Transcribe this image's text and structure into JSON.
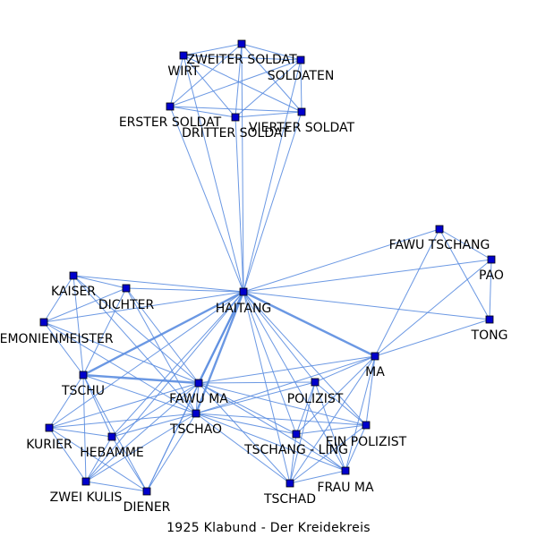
{
  "caption": "1925  Klabund  -  Der Kreidekreis",
  "colors": {
    "edge": "#5b8de0",
    "node_fill": "#0000cc",
    "node_stroke": "#000000",
    "label": "#000000"
  },
  "nodes": [
    {
      "id": "ZWEITER SOLDAT",
      "label": "ZWEITER SOLDAT"
    },
    {
      "id": "WIRT",
      "label": "WIRT"
    },
    {
      "id": "SOLDATEN",
      "label": "SOLDATEN"
    },
    {
      "id": "ERSTER SOLDAT",
      "label": "ERSTER SOLDAT"
    },
    {
      "id": "DRITTER SOLDAT",
      "label": "DRITTER SOLDAT"
    },
    {
      "id": "VIERTER SOLDAT",
      "label": "VIERTER SOLDAT"
    },
    {
      "id": "FAWU TSCHANG",
      "label": "FAWU TSCHANG"
    },
    {
      "id": "PAO",
      "label": "PAO"
    },
    {
      "id": "TONG",
      "label": "TONG"
    },
    {
      "id": "KAISER",
      "label": "KAISER"
    },
    {
      "id": "DICHTER",
      "label": "DICHTER"
    },
    {
      "id": "HAITANG",
      "label": "HAITANG"
    },
    {
      "id": "ZEREMONIENMEISTER",
      "label": "ZEREMONIENMEISTER"
    },
    {
      "id": "MA",
      "label": "MA"
    },
    {
      "id": "TSCHU",
      "label": "TSCHU"
    },
    {
      "id": "FAWU MA",
      "label": "FAWU MA"
    },
    {
      "id": "POLIZIST",
      "label": "POLIZIST"
    },
    {
      "id": "TSCHAO",
      "label": "TSCHAO"
    },
    {
      "id": "KURIER",
      "label": "KURIER"
    },
    {
      "id": "HEBAMME",
      "label": "HEBAMME"
    },
    {
      "id": "TSCHANG - LING",
      "label": "TSCHANG - LING"
    },
    {
      "id": "EIN POLIZIST",
      "label": "EIN POLIZIST"
    },
    {
      "id": "FRAU MA",
      "label": "FRAU MA"
    },
    {
      "id": "ZWEI KULIS",
      "label": "ZWEI KULIS"
    },
    {
      "id": "DIENER",
      "label": "DIENER"
    },
    {
      "id": "TSCHAD",
      "label": "TSCHAD"
    }
  ],
  "edges": [
    [
      "ZWEITER SOLDAT",
      "WIRT"
    ],
    [
      "ZWEITER SOLDAT",
      "SOLDATEN"
    ],
    [
      "ZWEITER SOLDAT",
      "ERSTER SOLDAT"
    ],
    [
      "ZWEITER SOLDAT",
      "DRITTER SOLDAT"
    ],
    [
      "ZWEITER SOLDAT",
      "VIERTER SOLDAT"
    ],
    [
      "ZWEITER SOLDAT",
      "HAITANG"
    ],
    [
      "WIRT",
      "SOLDATEN"
    ],
    [
      "WIRT",
      "ERSTER SOLDAT"
    ],
    [
      "WIRT",
      "DRITTER SOLDAT"
    ],
    [
      "WIRT",
      "VIERTER SOLDAT"
    ],
    [
      "WIRT",
      "HAITANG"
    ],
    [
      "SOLDATEN",
      "ERSTER SOLDAT"
    ],
    [
      "SOLDATEN",
      "DRITTER SOLDAT"
    ],
    [
      "SOLDATEN",
      "VIERTER SOLDAT"
    ],
    [
      "SOLDATEN",
      "HAITANG"
    ],
    [
      "ERSTER SOLDAT",
      "DRITTER SOLDAT"
    ],
    [
      "ERSTER SOLDAT",
      "VIERTER SOLDAT"
    ],
    [
      "ERSTER SOLDAT",
      "HAITANG"
    ],
    [
      "DRITTER SOLDAT",
      "VIERTER SOLDAT"
    ],
    [
      "DRITTER SOLDAT",
      "HAITANG"
    ],
    [
      "VIERTER SOLDAT",
      "HAITANG"
    ],
    [
      "FAWU TSCHANG",
      "PAO"
    ],
    [
      "FAWU TSCHANG",
      "TONG"
    ],
    [
      "FAWU TSCHANG",
      "HAITANG"
    ],
    [
      "FAWU TSCHANG",
      "MA"
    ],
    [
      "PAO",
      "TONG"
    ],
    [
      "PAO",
      "HAITANG"
    ],
    [
      "PAO",
      "MA"
    ],
    [
      "TONG",
      "HAITANG"
    ],
    [
      "TONG",
      "MA"
    ],
    [
      "KAISER",
      "DICHTER"
    ],
    [
      "KAISER",
      "HAITANG"
    ],
    [
      "KAISER",
      "ZEREMONIENMEISTER"
    ],
    [
      "KAISER",
      "TSCHU"
    ],
    [
      "KAISER",
      "FAWU MA"
    ],
    [
      "KAISER",
      "TSCHAO"
    ],
    [
      "DICHTER",
      "HAITANG"
    ],
    [
      "DICHTER",
      "ZEREMONIENMEISTER"
    ],
    [
      "DICHTER",
      "TSCHU"
    ],
    [
      "DICHTER",
      "FAWU MA"
    ],
    [
      "DICHTER",
      "TSCHAO"
    ],
    [
      "ZEREMONIENMEISTER",
      "HAITANG"
    ],
    [
      "ZEREMONIENMEISTER",
      "TSCHU"
    ],
    [
      "ZEREMONIENMEISTER",
      "FAWU MA"
    ],
    [
      "ZEREMONIENMEISTER",
      "TSCHAO"
    ],
    [
      "HAITANG",
      "MA"
    ],
    [
      "HAITANG",
      "TSCHU"
    ],
    [
      "HAITANG",
      "FAWU MA"
    ],
    [
      "HAITANG",
      "TSCHAO"
    ],
    [
      "HAITANG",
      "POLIZIST"
    ],
    [
      "HAITANG",
      "TSCHANG - LING"
    ],
    [
      "HAITANG",
      "EIN POLIZIST"
    ],
    [
      "HAITANG",
      "FRAU MA"
    ],
    [
      "HAITANG",
      "TSCHAD"
    ],
    [
      "HAITANG",
      "KURIER"
    ],
    [
      "HAITANG",
      "HEBAMME"
    ],
    [
      "HAITANG",
      "ZWEI KULIS"
    ],
    [
      "HAITANG",
      "DIENER"
    ],
    [
      "MA",
      "FAWU MA"
    ],
    [
      "MA",
      "TSCHAO"
    ],
    [
      "MA",
      "POLIZIST"
    ],
    [
      "MA",
      "TSCHANG - LING"
    ],
    [
      "MA",
      "EIN POLIZIST"
    ],
    [
      "MA",
      "FRAU MA"
    ],
    [
      "MA",
      "TSCHAD"
    ],
    [
      "TSCHU",
      "FAWU MA"
    ],
    [
      "TSCHU",
      "TSCHAO"
    ],
    [
      "TSCHU",
      "KURIER"
    ],
    [
      "TSCHU",
      "HEBAMME"
    ],
    [
      "TSCHU",
      "ZWEI KULIS"
    ],
    [
      "TSCHU",
      "DIENER"
    ],
    [
      "FAWU MA",
      "TSCHAO"
    ],
    [
      "FAWU MA",
      "POLIZIST"
    ],
    [
      "FAWU MA",
      "TSCHANG - LING"
    ],
    [
      "FAWU MA",
      "EIN POLIZIST"
    ],
    [
      "FAWU MA",
      "FRAU MA"
    ],
    [
      "FAWU MA",
      "TSCHAD"
    ],
    [
      "FAWU MA",
      "KURIER"
    ],
    [
      "FAWU MA",
      "HEBAMME"
    ],
    [
      "FAWU MA",
      "ZWEI KULIS"
    ],
    [
      "FAWU MA",
      "DIENER"
    ],
    [
      "POLIZIST",
      "TSCHANG - LING"
    ],
    [
      "POLIZIST",
      "EIN POLIZIST"
    ],
    [
      "POLIZIST",
      "FRAU MA"
    ],
    [
      "POLIZIST",
      "TSCHAD"
    ],
    [
      "POLIZIST",
      "TSCHAO"
    ],
    [
      "TSCHAO",
      "TSCHANG - LING"
    ],
    [
      "TSCHAO",
      "EIN POLIZIST"
    ],
    [
      "TSCHAO",
      "FRAU MA"
    ],
    [
      "TSCHAO",
      "TSCHAD"
    ],
    [
      "TSCHAO",
      "KURIER"
    ],
    [
      "TSCHAO",
      "HEBAMME"
    ],
    [
      "TSCHAO",
      "ZWEI KULIS"
    ],
    [
      "TSCHAO",
      "DIENER"
    ],
    [
      "KURIER",
      "HEBAMME"
    ],
    [
      "KURIER",
      "ZWEI KULIS"
    ],
    [
      "KURIER",
      "DIENER"
    ],
    [
      "HEBAMME",
      "ZWEI KULIS"
    ],
    [
      "HEBAMME",
      "DIENER"
    ],
    [
      "ZWEI KULIS",
      "DIENER"
    ],
    [
      "TSCHANG - LING",
      "EIN POLIZIST"
    ],
    [
      "TSCHANG - LING",
      "FRAU MA"
    ],
    [
      "TSCHANG - LING",
      "TSCHAD"
    ],
    [
      "EIN POLIZIST",
      "FRAU MA"
    ],
    [
      "EIN POLIZIST",
      "TSCHAD"
    ],
    [
      "FRAU MA",
      "TSCHAD"
    ]
  ],
  "strong_edges": [
    [
      "HAITANG",
      "FAWU MA"
    ],
    [
      "HAITANG",
      "TSCHAO"
    ],
    [
      "HAITANG",
      "TSCHU"
    ],
    [
      "HAITANG",
      "MA"
    ],
    [
      "TSCHU",
      "FAWU MA"
    ]
  ]
}
